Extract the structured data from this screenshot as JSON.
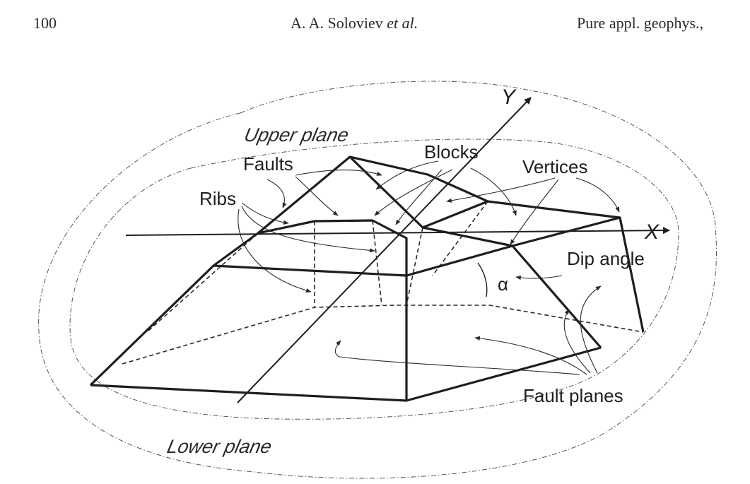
{
  "header": {
    "page_number": "100",
    "authors_prefix": "A. A. Soloviev ",
    "authors_etal": "et al.",
    "journal": "Pure appl. geophys.,"
  },
  "figure": {
    "labels": {
      "upper_plane": "Upper plane",
      "lower_plane": "Lower plane",
      "faults": "Faults",
      "blocks": "Blocks",
      "vertices": "Vertices",
      "ribs": "Ribs",
      "dip_angle": "Dip angle",
      "alpha": "α",
      "fault_planes": "Fault planes",
      "axis_x": "X",
      "axis_y": "Y"
    }
  }
}
